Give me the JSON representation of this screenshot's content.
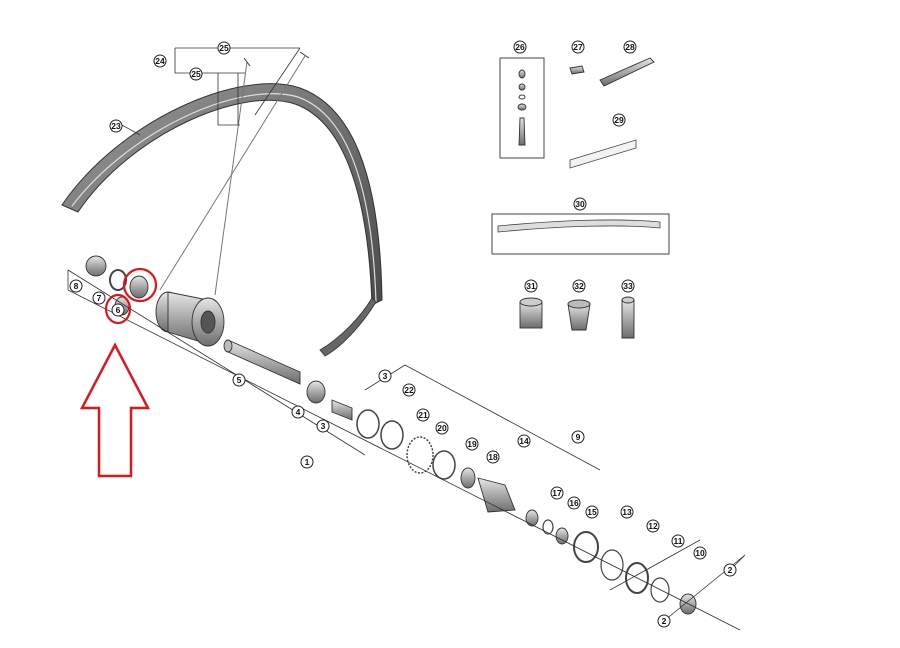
{
  "callouts": {
    "c1": "1",
    "c2a": "2",
    "c2b": "2",
    "c3a": "3",
    "c3b": "3",
    "c4": "4",
    "c5": "5",
    "c6": "6",
    "c7": "7",
    "c8": "8",
    "c9": "9",
    "c10": "10",
    "c11": "11",
    "c12": "12",
    "c13": "13",
    "c14": "14",
    "c15": "15",
    "c16": "16",
    "c17": "17",
    "c18": "18",
    "c19": "19",
    "c20": "20",
    "c21": "21",
    "c22": "22",
    "c23": "23",
    "c24": "24",
    "c25a": "25",
    "c25b": "25",
    "c26": "26",
    "c27": "27",
    "c28": "28",
    "c29": "29",
    "c30": "30",
    "c31": "31",
    "c32": "32",
    "c33": "33"
  },
  "highlight_color": "#e0161b",
  "line_color": "#333333"
}
